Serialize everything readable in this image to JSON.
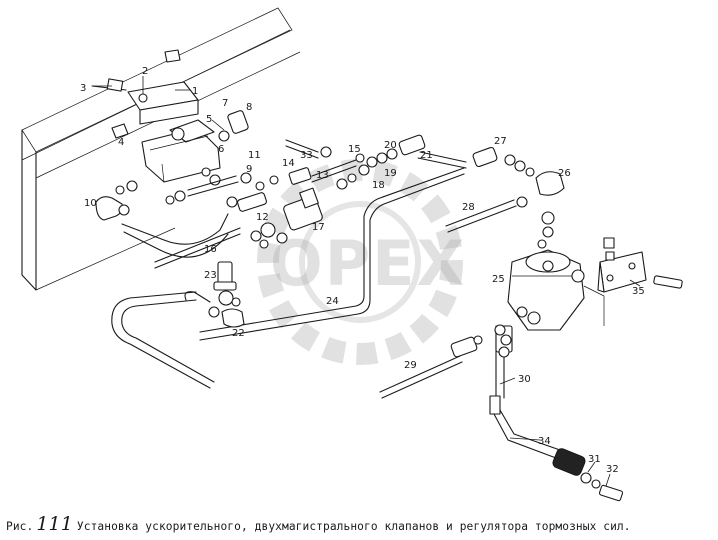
{
  "caption": {
    "prefix": "Рис.",
    "number": "111",
    "text": "Установка ускорительного, двухмагистрального клапанов и регулятора тормозных сил."
  },
  "watermark": {
    "text": "OPEX"
  },
  "callouts": [
    "1",
    "2",
    "3",
    "4",
    "5",
    "6",
    "7",
    "8",
    "9",
    "10",
    "11",
    "12",
    "13",
    "14",
    "15",
    "16",
    "17",
    "18",
    "19",
    "20",
    "21",
    "22",
    "23",
    "24",
    "25",
    "26",
    "27",
    "28",
    "29",
    "30",
    "31",
    "32",
    "33",
    "34",
    "35"
  ]
}
